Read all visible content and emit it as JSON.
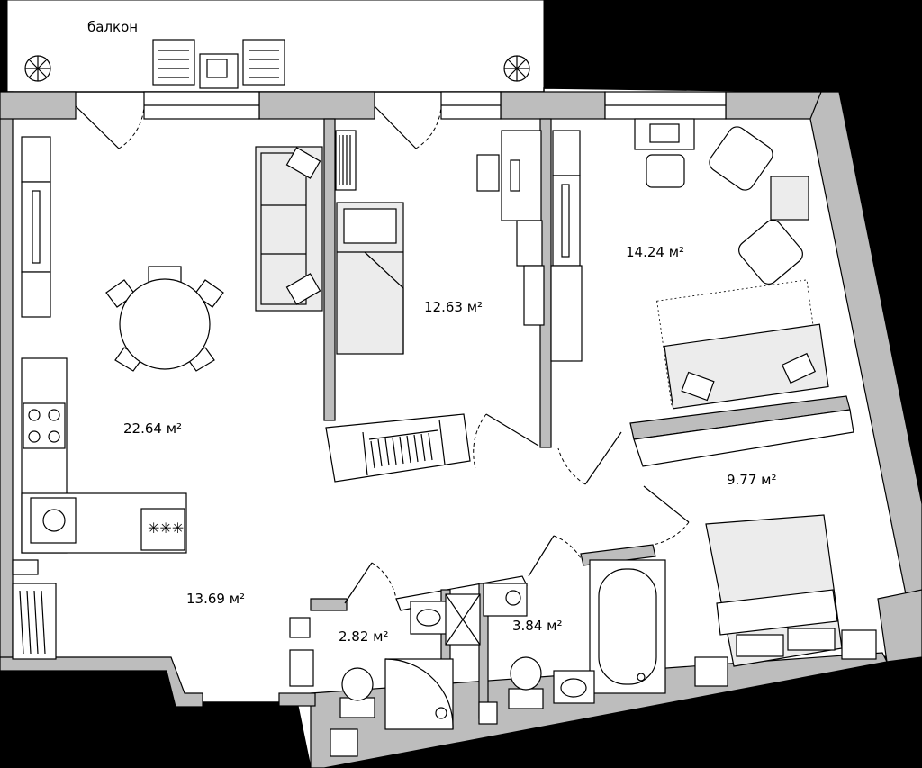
{
  "balcony": {
    "label": "балкон"
  },
  "rooms": [
    {
      "id": "living-kitchen",
      "area": "22.64 м²"
    },
    {
      "id": "bedroom-1",
      "area": "12.63 м²"
    },
    {
      "id": "bedroom-2",
      "area": "14.24 м²"
    },
    {
      "id": "bedroom-3",
      "area": "9.77 м²"
    },
    {
      "id": "hallway",
      "area": "13.69 м²"
    },
    {
      "id": "wc",
      "area": "2.82 м²"
    },
    {
      "id": "bathroom",
      "area": "3.84 м²"
    }
  ],
  "colors": {
    "background": "#000000",
    "floor": "#ffffff",
    "wall": "#bdbdbd",
    "furniture": "#ececec"
  }
}
